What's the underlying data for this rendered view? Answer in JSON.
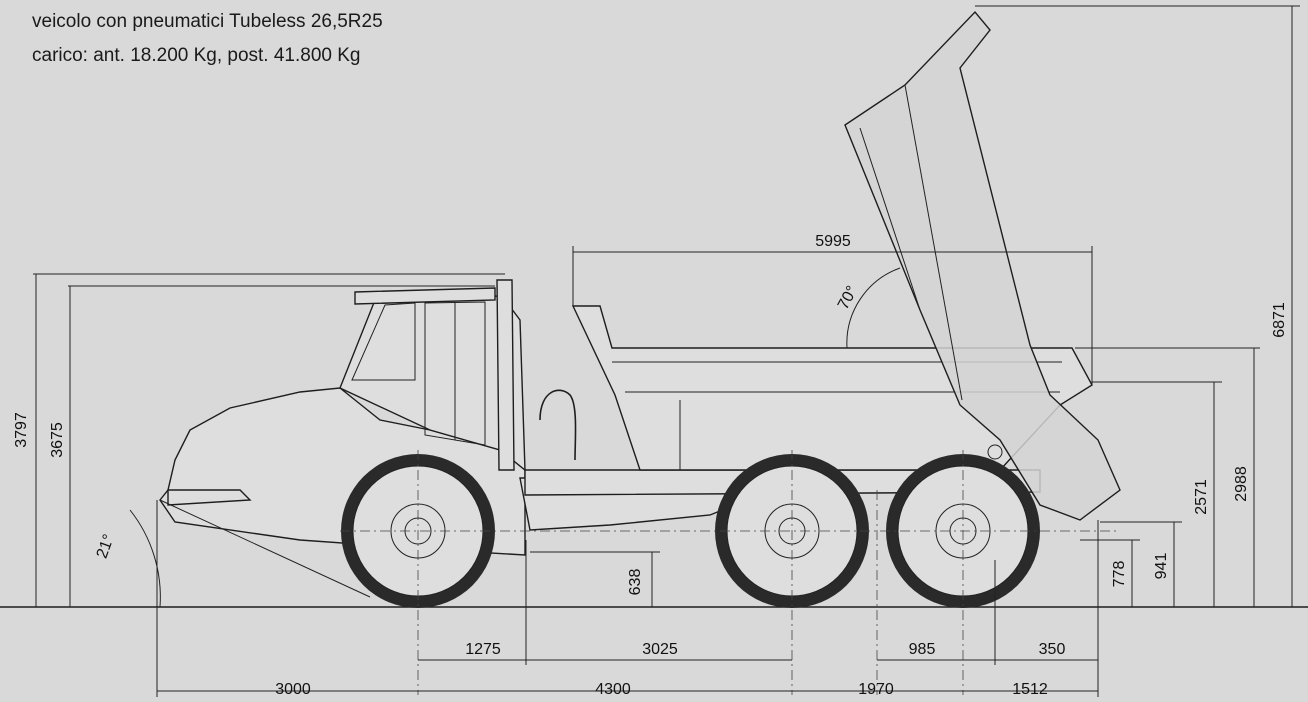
{
  "caption": {
    "line1": "veicolo con pneumatici Tubeless 26,5R25",
    "line2": "carico: ant. 18.200 Kg, post. 41.800 Kg"
  },
  "dimensions": {
    "bed_length": "5995",
    "tip_angle": "70°",
    "approach_angle": "21°",
    "overall_height_cab": "3797",
    "height_cab_roof": "3675",
    "ground_clearance": "638",
    "total_height_tipped": "6871",
    "body_height": "2988",
    "height_2571": "2571",
    "height_941": "941",
    "height_778": "778",
    "dim_1275": "1275",
    "dim_3025": "3025",
    "dim_985": "985",
    "dim_350": "350",
    "dim_3000": "3000",
    "dim_4300": "4300",
    "dim_1970": "1970",
    "dim_1512": "1512"
  },
  "colors": {
    "background": "#d9d9d9",
    "line": "#1e1e1e"
  }
}
